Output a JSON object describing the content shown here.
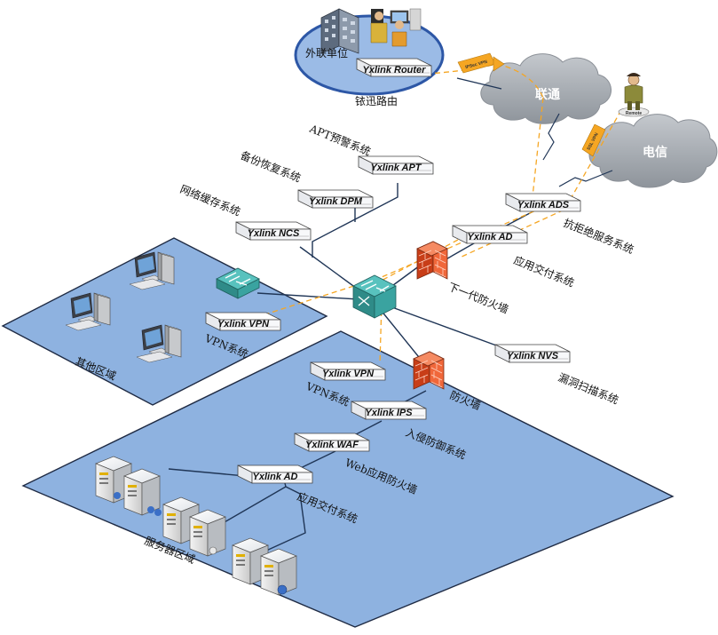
{
  "labels": {
    "partner": "外联单位",
    "router_desc": "铱迅路由",
    "apt_desc": "APT预警系统",
    "backup_desc": "备份恢复系统",
    "cache_desc": "网络缓存系统",
    "ddos_desc": "抗拒绝服务系统",
    "ad_desc_top": "应用交付系统",
    "ngfw_desc": "下一代防火墙",
    "vpn_desc_left": "VPN系统",
    "other_zone": "其他区域",
    "vuln_desc": "漏洞扫描系统",
    "vpn_desc_dmz": "VPN系统",
    "fw_desc": "防火墙",
    "ips_desc": "入侵防御系统",
    "waf_desc": "Web应用防火墙",
    "ad_desc_bottom": "应用交付系统",
    "server_zone": "服务器区域"
  },
  "devices": {
    "router": "Yxlink Router",
    "apt": "Yxlink APT",
    "dpm": "Yxlink DPM",
    "ncs": "Yxlink NCS",
    "ads": "Yxlink ADS",
    "ad_top": "Yxlink AD",
    "vpn_left": "Yxlink VPN",
    "nvs": "Yxlink NVS",
    "vpn_dmz": "Yxlink VPN",
    "ips": "Yxlink IPS",
    "waf": "Yxlink WAF",
    "ad_bottom": "Yxlink AD"
  },
  "clouds": {
    "unicom": "联通",
    "telecom": "电信"
  },
  "tags": {
    "ipsec_vpn": "IPSec VPN",
    "ssl_vpn": "SSL VPN",
    "remote": "Remote"
  },
  "colors": {
    "zone_fill": "#8eb2e0",
    "zone_stroke": "#1f2b44",
    "firewall": "#e8542a",
    "switch": "#3a9a98",
    "cloud": "#a7acb3",
    "vpn_tunnel": "#f5a623"
  }
}
